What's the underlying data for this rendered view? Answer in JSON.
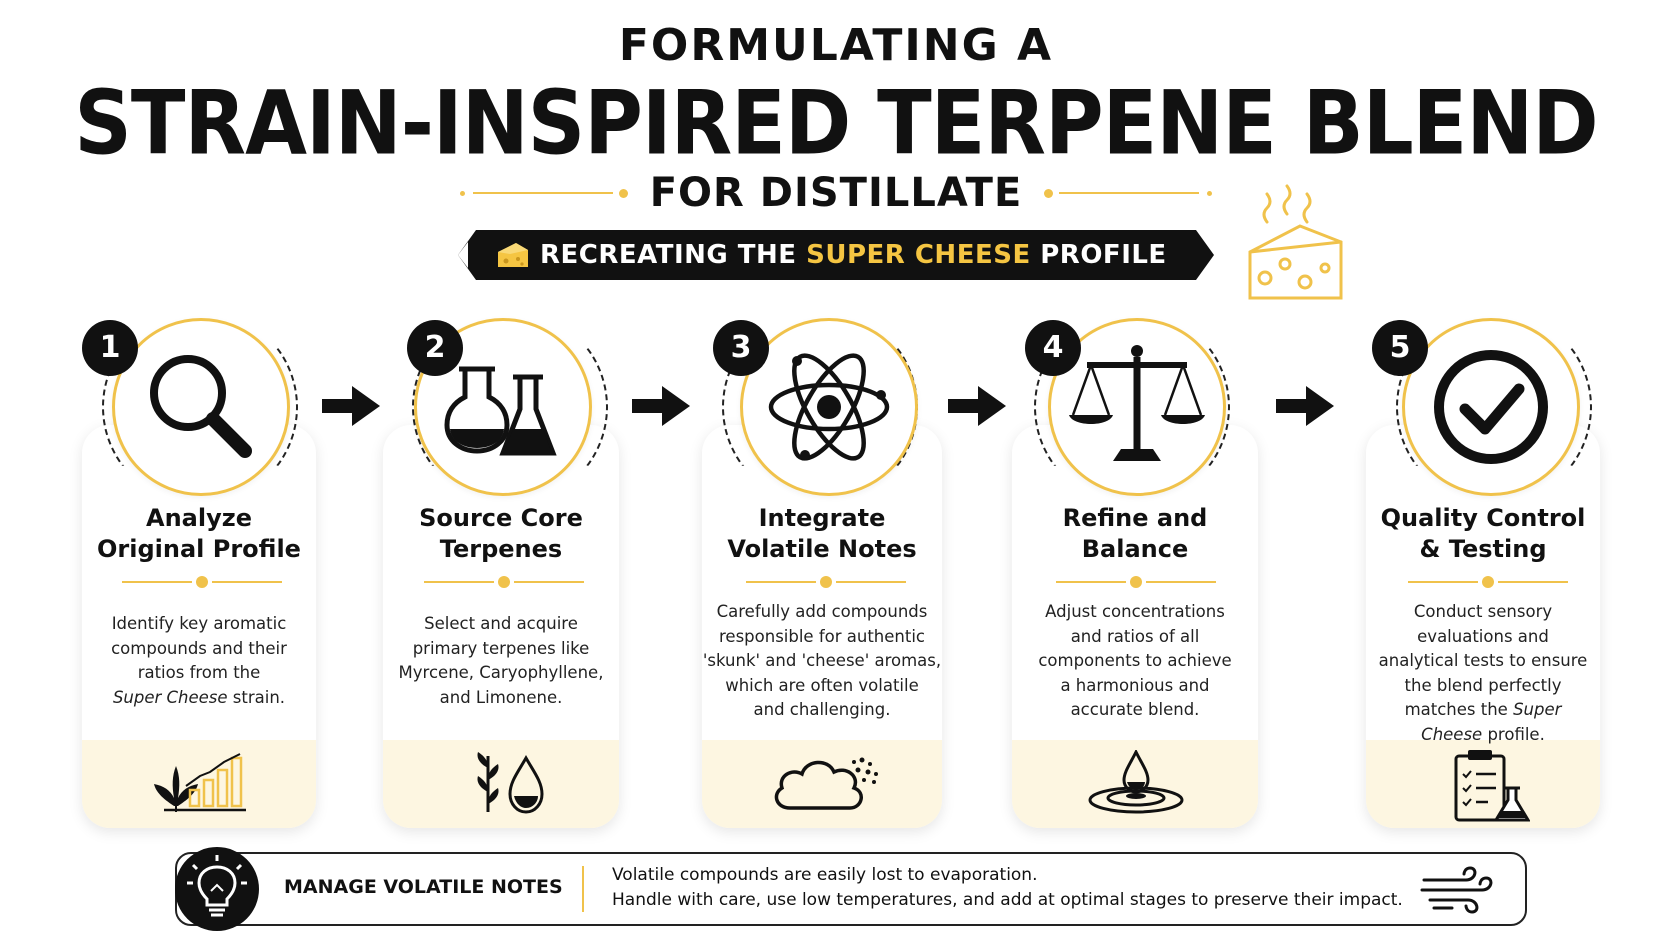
{
  "header": {
    "line1": "FORMULATING A",
    "line2": "STRAIN-INSPIRED TERPENE BLEND",
    "line3": "FOR DISTILLATE",
    "banner_prefix": "RECREATING THE ",
    "banner_highlight": "SUPER CHEESE",
    "banner_suffix": " PROFILE",
    "banner_icon": "cheese-icon",
    "side_icon": "steaming-cheese-icon"
  },
  "steps": [
    {
      "number": "1",
      "title_line1": "Analyze",
      "title_line2": "Original Profile",
      "desc": [
        "Identify key aromatic",
        "compounds and their",
        "ratios from the"
      ],
      "desc_italic": "Super Cheese",
      "desc_tail": " strain.",
      "icon": "magnifying-glass-icon",
      "foot_icon": "leaf-growth-chart-icon"
    },
    {
      "number": "2",
      "title_line1": "Source Core",
      "title_line2": "Terpenes",
      "desc": [
        "Select and acquire",
        "primary terpenes like",
        "Myrcene, Caryophyllene,",
        "and Limonene."
      ],
      "icon": "flasks-icon",
      "foot_icon": "sprig-droplet-icon"
    },
    {
      "number": "3",
      "title_line1": "Integrate",
      "title_line2": "Volatile Notes",
      "desc": [
        "Carefully add compounds",
        "responsible for authentic",
        "'skunk' and 'cheese' aromas,",
        "which are often volatile",
        "and challenging."
      ],
      "icon": "atom-icon",
      "foot_icon": "aroma-cloud-icon"
    },
    {
      "number": "4",
      "title_line1": "Refine and",
      "title_line2": "Balance",
      "desc": [
        "Adjust concentrations",
        "and ratios of all",
        "components to achieve",
        "a harmonious and",
        "accurate blend."
      ],
      "icon": "balance-scale-icon",
      "foot_icon": "droplet-ripple-icon"
    },
    {
      "number": "5",
      "title_line1": "Quality Control",
      "title_line2": "& Testing",
      "desc": [
        "Conduct sensory",
        "evaluations and",
        "analytical tests to ensure",
        "the blend perfectly",
        "matches the "
      ],
      "desc_italic": "Super",
      "desc_last_italic": "Cheese",
      "desc_tail": " profile.",
      "icon": "checkmark-circle-icon",
      "foot_icon": "clipboard-flask-icon"
    }
  ],
  "tip": {
    "title": "MANAGE VOLATILE NOTES",
    "line1": "Volatile compounds are easily lost to evaporation.",
    "line2": "Handle with care, use low temperatures, and add at optimal stages to preserve their impact.",
    "icon": "lightbulb-icon",
    "side_icon": "wind-icon"
  },
  "colors": {
    "accent": "#f0c24b",
    "dark": "#111111",
    "cream": "#fdf6e1"
  }
}
